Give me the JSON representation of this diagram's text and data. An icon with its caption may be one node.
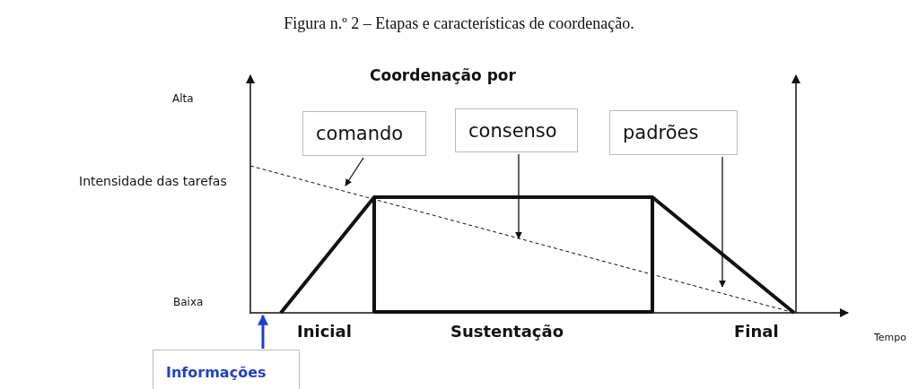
{
  "diagram": {
    "title": "Figura n.º 2 – Etapas e características de coordenação.",
    "nodes": [
      {
        "text": [
          "comando"
        ]
      },
      {
        "text": [
          "consenso"
        ]
      },
      {
        "text": [
          "padrões"
        ]
      },
      {
        "text": [
          "Informações"
        ]
      }
    ],
    "edges": [
      {
        "from": 0,
        "to": null,
        "arrow": "to"
      },
      {
        "from": 1,
        "to": null,
        "arrow": "to"
      },
      {
        "from": 2,
        "to": null,
        "arrow": "to"
      },
      {
        "from": 3,
        "to": null,
        "arrow": "to",
        "style": "thick",
        "color": "#1f3fd0"
      }
    ],
    "labels": [
      "Coordenação por",
      "Alta",
      "Intensidade das tarefas",
      "Baixa",
      "Inicial",
      "Sustentação",
      "Final",
      "Tempo"
    ]
  }
}
